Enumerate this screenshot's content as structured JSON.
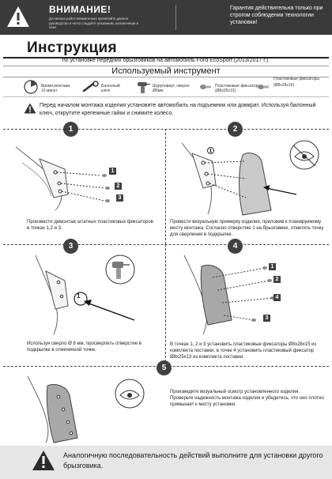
{
  "banner": {
    "title": "ВНИМАНИЕ!",
    "subtitle": "До начала работ внимательно прочитайте данное руководство и четко следуйте указаниям, изложенным в нем!",
    "guarantee": "Гарантия действительна только при строгом соблюдении технологии установки!"
  },
  "header": {
    "title": "Инструкция",
    "subtitle": "по установке передних  брызговиков на автомобиль Ford EcoSport (2013/2017 г.)."
  },
  "tools": {
    "heading": "Используемый инструмент",
    "items": [
      {
        "label": "Время монтажа 10 минут",
        "icon": "clock-icon"
      },
      {
        "label": "Балонный ключ",
        "icon": "wrench-icon"
      },
      {
        "label": "Шуруповерт, сверло Ø8мм",
        "icon": "drill-icon"
      },
      {
        "label": "Пластиковые фиксаторы  (Ø8х25х13)",
        "icon": "clip-icon"
      },
      {
        "label": "Пластиковые фиксаторы  (Ø8х28х15)",
        "icon": "clip-icon"
      }
    ]
  },
  "caution": "Перед началом монтажа изделия установите автомобиль на подъемник или домкрат. Используя балонный ключ, открутите крепежные гайки и снимите колесо.",
  "steps": [
    {
      "number": "1",
      "caption": "Произвести демонтаж штатных пластиковых фиксаторов в точках 1,2 и 3."
    },
    {
      "number": "2",
      "caption": "Провести визуальную примерку изделия, приложив к планируемому месту монтажа. Согласно отверстию 1 на брызговике, отметить точку для сверления в подкрылке."
    },
    {
      "number": "3",
      "caption": "Используя сверло Ø 8 мм, просверлить отверстие в подкрылке в отмеченной точке."
    },
    {
      "number": "4",
      "caption": "В точках 1, 2 и 3 установить пластиковые фиксаторы Ø8х28х15 из комплекта поставки, в точке 4 установить пластиковый фиксатор Ø8х25х13 из комплекта поставки."
    },
    {
      "number": "5",
      "caption": "Произведите визуальный осмотр установленного изделия. Проверьте надежность монтажа изделия и убедитесь, что оно плотно примыкает к месту установки."
    }
  ],
  "markers": [
    "1",
    "2",
    "3",
    "4"
  ],
  "footer": "Аналогичную последовательность действий выполните для установки другого брызговика."
}
